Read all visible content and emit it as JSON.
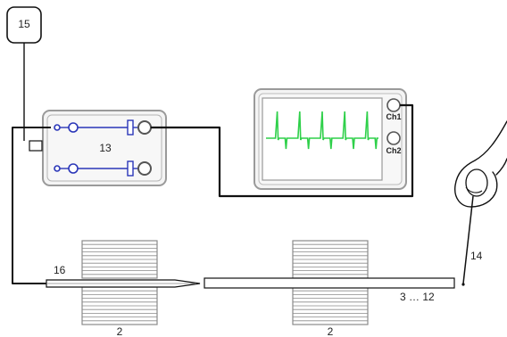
{
  "labels": {
    "box_15": "15",
    "unit_13": "13",
    "ch1": "Ch1",
    "ch2": "Ch2",
    "probe_16": "16",
    "hand_probe_14": "14",
    "rod_range": "3 … 12",
    "coil_left": "2",
    "coil_right": "2"
  },
  "colors": {
    "line": "#111111",
    "circuit_blue": "#2a36b8",
    "signal_green": "#2fd04a",
    "panel_fill": "#f4f4f4",
    "panel_stroke": "#9a9a9a",
    "coil_fill": "#ffffff",
    "coil_lines": "#8a8a8a"
  },
  "oscilloscope": {
    "pulse_count": 5
  },
  "coils": {
    "left_winding_count": 9,
    "right_winding_count": 9
  }
}
